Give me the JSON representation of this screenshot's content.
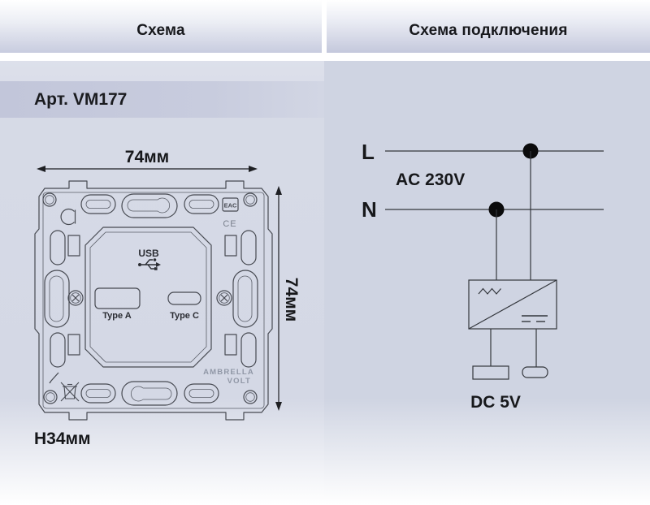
{
  "header": {
    "schema_tab": "Схема",
    "wiring_tab": "Схема подключения"
  },
  "product": {
    "article": "Арт. VM177"
  },
  "dimensions": {
    "width": "74мм",
    "height": "74мм",
    "depth": "Н34мм"
  },
  "device": {
    "usb_label": "USB",
    "port_a_label": "Type A",
    "port_c_label": "Type C",
    "brand_line1": "AMBRELLA",
    "brand_line2": "VOLT",
    "cert_eac": "EAC",
    "cert_ce": "CE"
  },
  "wiring": {
    "live_label": "L",
    "neutral_label": "N",
    "input_label": "AC 230V",
    "output_label": "DC 5V"
  },
  "colors": {
    "header_gradient_end": "#c7cbdf",
    "article_band": "#c4c8db",
    "panel_left_bg": "#d5d9e6",
    "panel_right_bg": "#cfd4e2",
    "ink": "#17181b",
    "drawing_stroke": "#474a52"
  }
}
